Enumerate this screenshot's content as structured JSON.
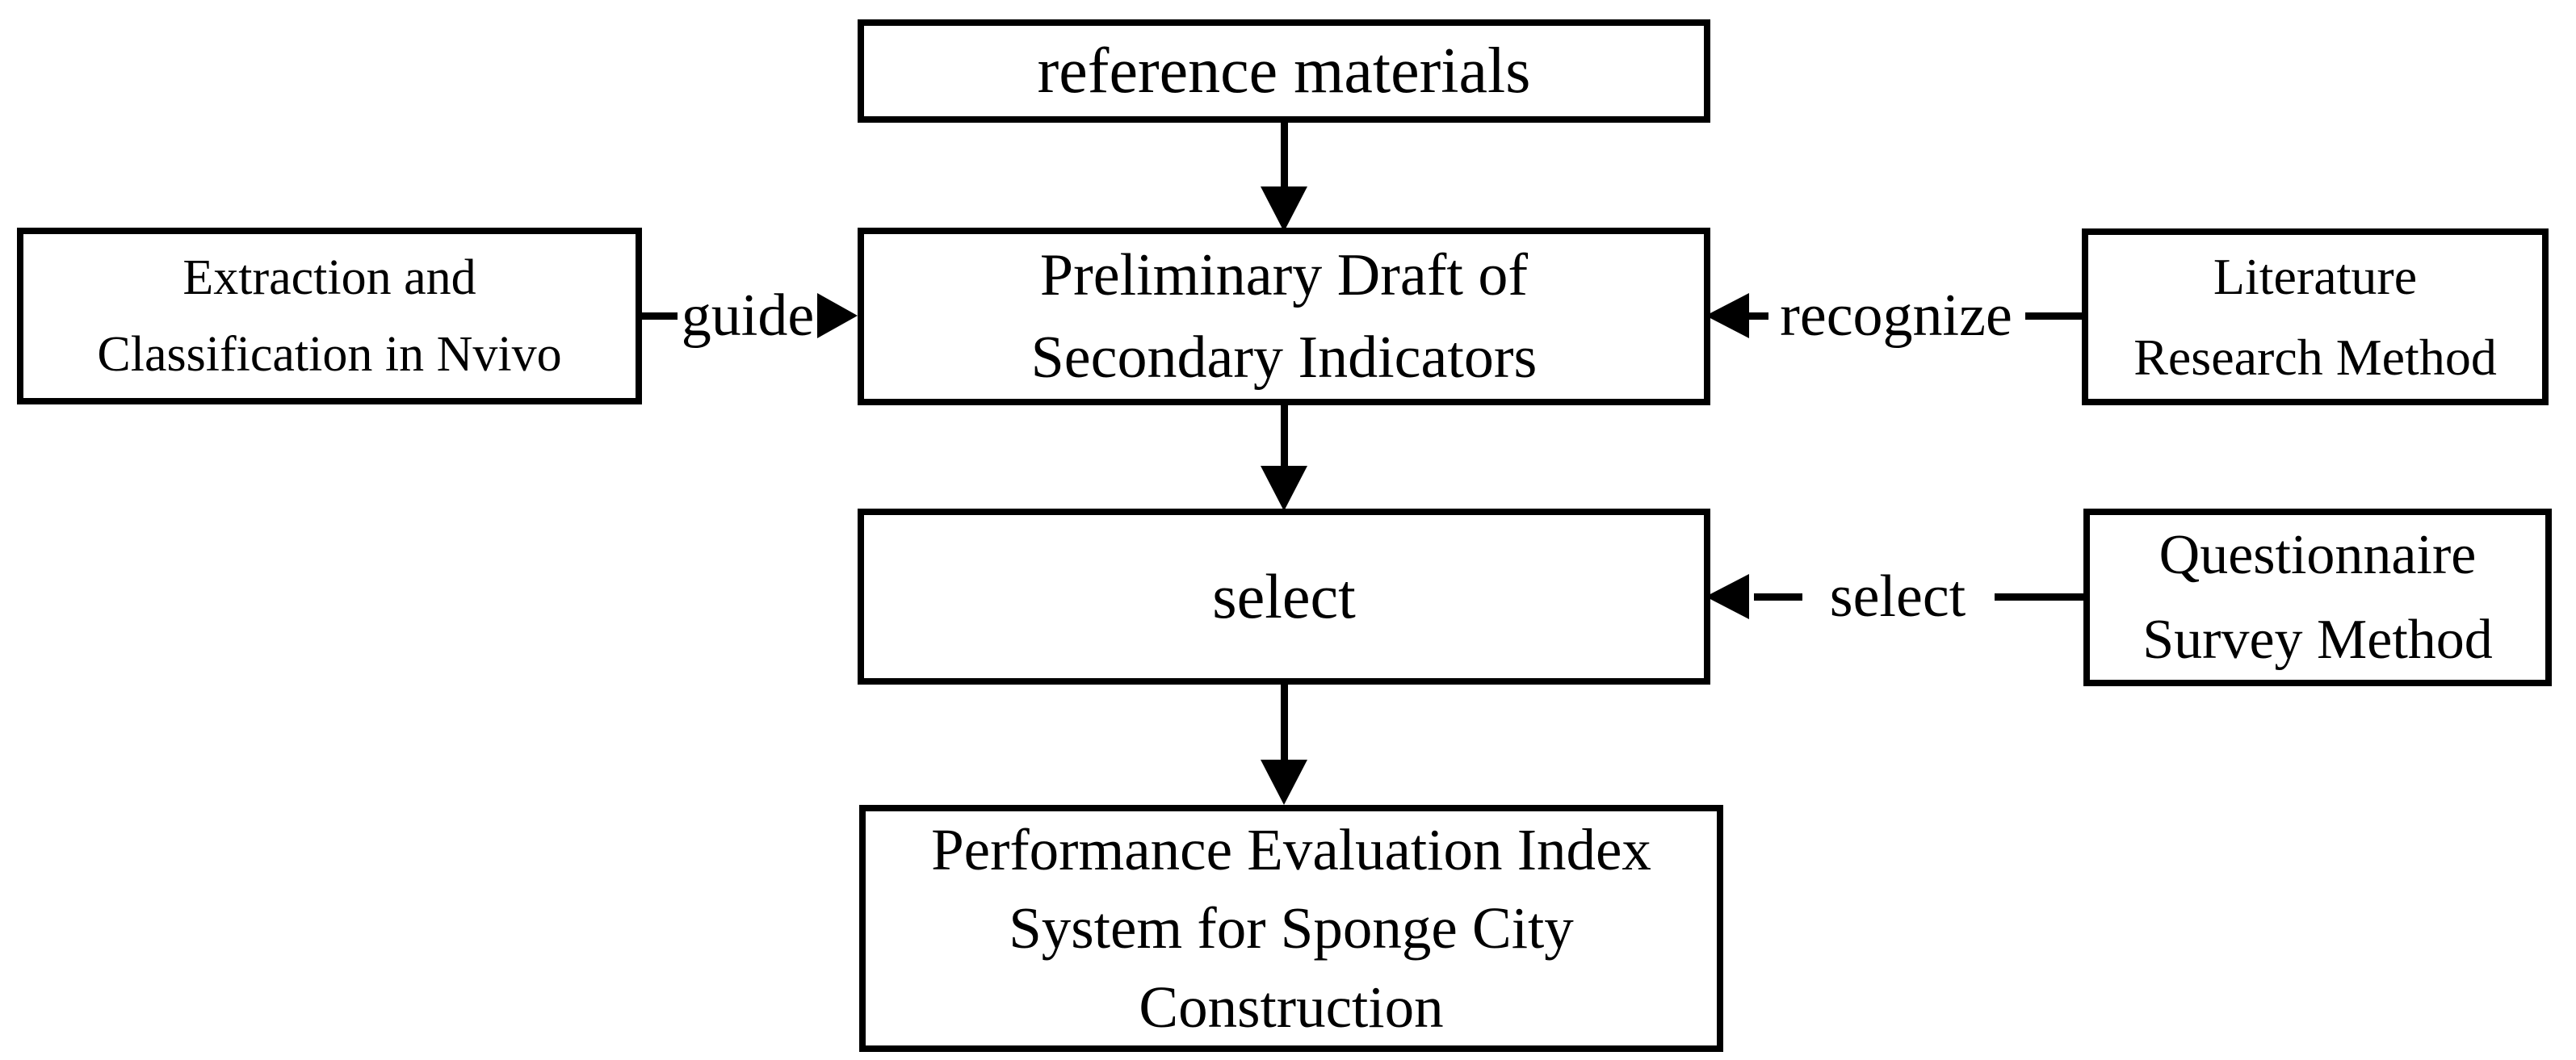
{
  "page": {
    "background": "#ffffff",
    "ink": "#000000"
  },
  "nodes": {
    "reference_materials": {
      "label": "reference materials"
    },
    "preliminary_draft": {
      "lines": [
        "Preliminary Draft of",
        "Secondary Indicators"
      ]
    },
    "extraction_nvivo": {
      "lines": [
        "Extraction and",
        "Classification in Nvivo"
      ]
    },
    "literature_method": {
      "lines": [
        "Literature",
        "Research Method"
      ]
    },
    "select_step": {
      "label": "select"
    },
    "questionnaire_method": {
      "lines": [
        "Questionnaire",
        "Survey Method"
      ]
    },
    "performance_index": {
      "lines": [
        "Performance Evaluation Index",
        "System for Sponge City",
        "Construction"
      ]
    }
  },
  "edges": {
    "guide": {
      "label": "guide"
    },
    "recognize": {
      "label": "recognize"
    },
    "select": {
      "label": "select"
    }
  }
}
